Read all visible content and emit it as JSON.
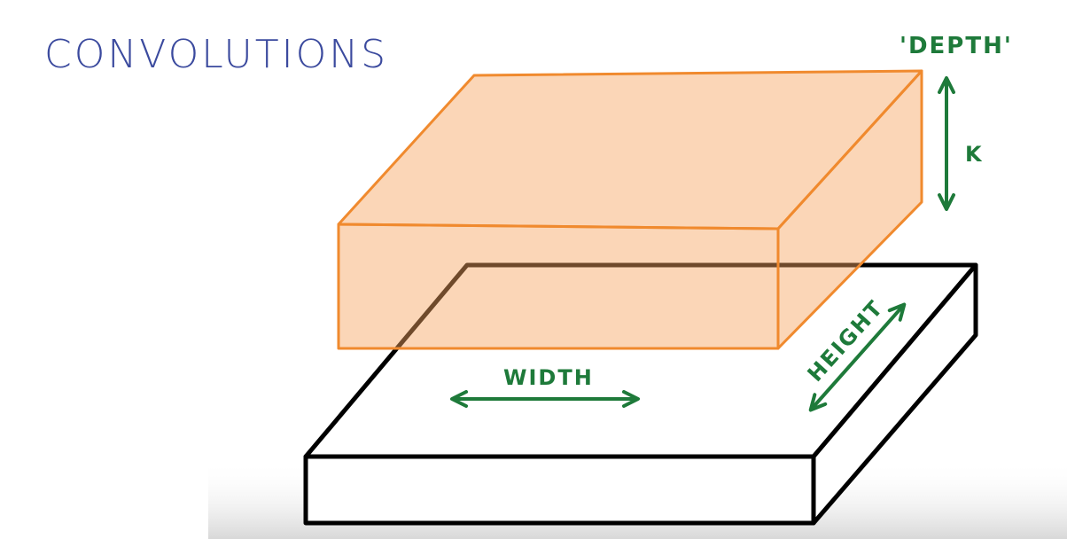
{
  "title": "CONVOLUTIONS",
  "labels": {
    "depth": "'DEPTH'",
    "k": "K",
    "width": "WIDTH",
    "height": "HEIGHT"
  },
  "colors": {
    "title": "#3b4a9e",
    "label": "#1e7a3a",
    "box_fill": "#fddcbf",
    "box_stroke": "#f08a2e",
    "base_stroke": "#000000"
  }
}
